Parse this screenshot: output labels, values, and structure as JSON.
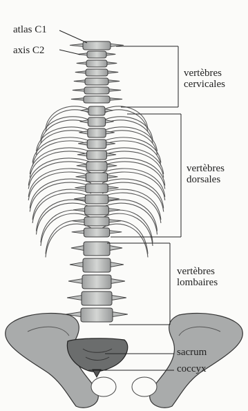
{
  "labels": {
    "atlas": "atlas C1",
    "axis": "axis C2",
    "sacrum": "sacrum",
    "coccyx": "coccyx"
  },
  "groups": {
    "cervicales": [
      "vertèbres",
      "cervicales"
    ],
    "dorsales": [
      "vertèbres",
      "dorsales"
    ],
    "lombaires": [
      "vertèbres",
      "lombaires"
    ]
  }
}
